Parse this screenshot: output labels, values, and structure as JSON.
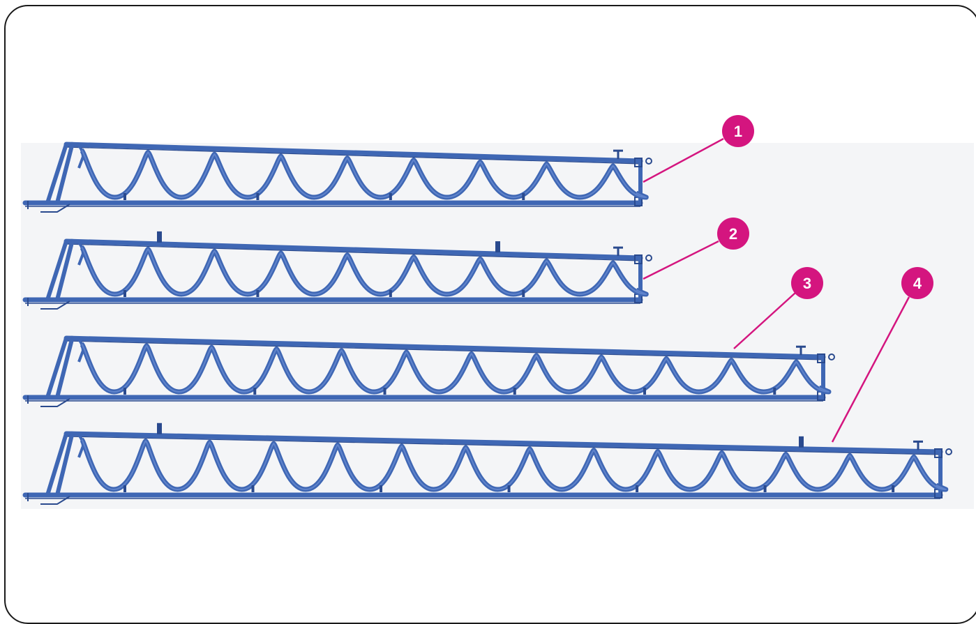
{
  "diagram": {
    "callouts": [
      {
        "label": "1"
      },
      {
        "label": "2"
      },
      {
        "label": "3"
      },
      {
        "label": "4"
      }
    ],
    "colors": {
      "frame": "#3f67b4",
      "frame_dark": "#2a4a8e",
      "accent": "#d4157f",
      "background_band": "#f4f5f7",
      "border": "#1a1a1a"
    }
  }
}
